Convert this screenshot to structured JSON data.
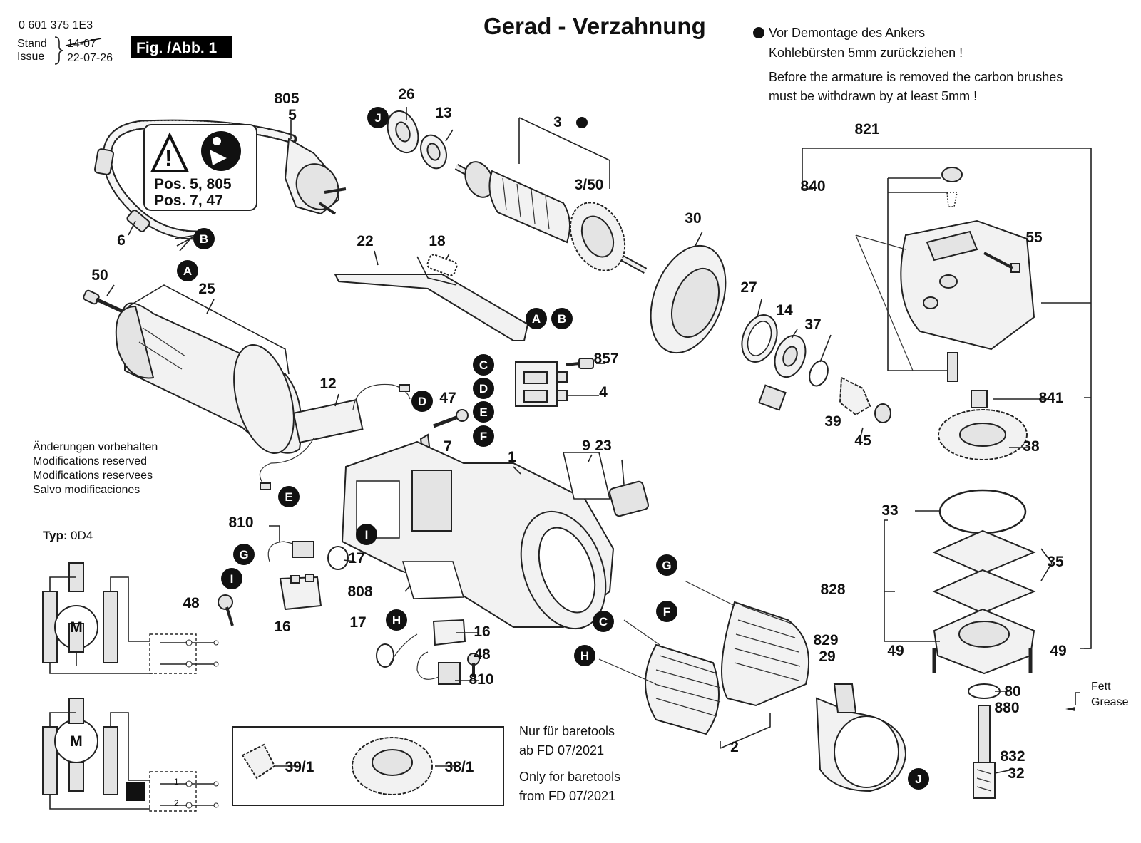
{
  "header": {
    "part_number": "0 601 375 1E3",
    "stand_label": "Stand",
    "issue_label": "Issue",
    "old_date": "14-07",
    "new_date": "22-07-26",
    "fig_label": "Fig. /Abb. 1",
    "title": "Gerad - Verzahnung"
  },
  "notes": {
    "de_line1": "Vor Demontage des Ankers",
    "de_line2": "Kohlebürsten 5mm zurückziehen !",
    "en_line1": "Before the armature is removed the carbon brushes",
    "en_line2": "must be withdrawn by at least 5mm !",
    "mods": [
      "Änderungen vorbehalten",
      "Modifications reserved",
      "Modifications reservees",
      "Salvo modificaciones"
    ],
    "typ_label": "Typ:",
    "typ_value": "0D4",
    "baretools": [
      "Nur für baretools",
      "ab FD 07/2021",
      "Only for baretools",
      "from FD 07/2021"
    ],
    "fett": "Fett",
    "grease": "Grease"
  },
  "warning": {
    "line1": "Pos. 5, 805",
    "line2": "Pos. 7, 47"
  },
  "motor": {
    "label": "M",
    "switch_1": "1",
    "switch_2": "2"
  },
  "parts": [
    {
      "id": "p805",
      "label": "805"
    },
    {
      "id": "p5",
      "label": "5"
    },
    {
      "id": "p6",
      "label": "6"
    },
    {
      "id": "p26",
      "label": "26"
    },
    {
      "id": "p13",
      "label": "13"
    },
    {
      "id": "p3",
      "label": "3"
    },
    {
      "id": "p3_50",
      "label": "3/50"
    },
    {
      "id": "p22",
      "label": "22"
    },
    {
      "id": "p18",
      "label": "18"
    },
    {
      "id": "p30",
      "label": "30"
    },
    {
      "id": "p50",
      "label": "50"
    },
    {
      "id": "p25",
      "label": "25"
    },
    {
      "id": "p27",
      "label": "27"
    },
    {
      "id": "p14",
      "label": "14"
    },
    {
      "id": "p37",
      "label": "37"
    },
    {
      "id": "p857",
      "label": "857"
    },
    {
      "id": "p4",
      "label": "4"
    },
    {
      "id": "p12",
      "label": "12"
    },
    {
      "id": "p47",
      "label": "47"
    },
    {
      "id": "p7",
      "label": "7"
    },
    {
      "id": "p39",
      "label": "39"
    },
    {
      "id": "p45",
      "label": "45"
    },
    {
      "id": "p1",
      "label": "1"
    },
    {
      "id": "p9",
      "label": "9"
    },
    {
      "id": "p23",
      "label": "23"
    },
    {
      "id": "p810a",
      "label": "810"
    },
    {
      "id": "p17a",
      "label": "17"
    },
    {
      "id": "p48a",
      "label": "48"
    },
    {
      "id": "p16a",
      "label": "16"
    },
    {
      "id": "p808",
      "label": "808"
    },
    {
      "id": "p17b",
      "label": "17"
    },
    {
      "id": "p16b",
      "label": "16"
    },
    {
      "id": "p48b",
      "label": "48"
    },
    {
      "id": "p810b",
      "label": "810"
    },
    {
      "id": "p2",
      "label": "2"
    },
    {
      "id": "p829",
      "label": "829"
    },
    {
      "id": "p29",
      "label": "29"
    },
    {
      "id": "p821",
      "label": "821"
    },
    {
      "id": "p840",
      "label": "840"
    },
    {
      "id": "p55",
      "label": "55"
    },
    {
      "id": "p841",
      "label": "841"
    },
    {
      "id": "p38",
      "label": "38"
    },
    {
      "id": "p33",
      "label": "33"
    },
    {
      "id": "p35",
      "label": "35"
    },
    {
      "id": "p828",
      "label": "828"
    },
    {
      "id": "p49a",
      "label": "49"
    },
    {
      "id": "p49b",
      "label": "49"
    },
    {
      "id": "p80",
      "label": "80"
    },
    {
      "id": "p880",
      "label": "880"
    },
    {
      "id": "p832",
      "label": "832"
    },
    {
      "id": "p32",
      "label": "32"
    },
    {
      "id": "p39_1",
      "label": "39/1"
    },
    {
      "id": "p38_1",
      "label": "38/1"
    }
  ],
  "connectors": [
    "A",
    "B",
    "C",
    "D",
    "E",
    "F",
    "G",
    "H",
    "I",
    "J"
  ]
}
